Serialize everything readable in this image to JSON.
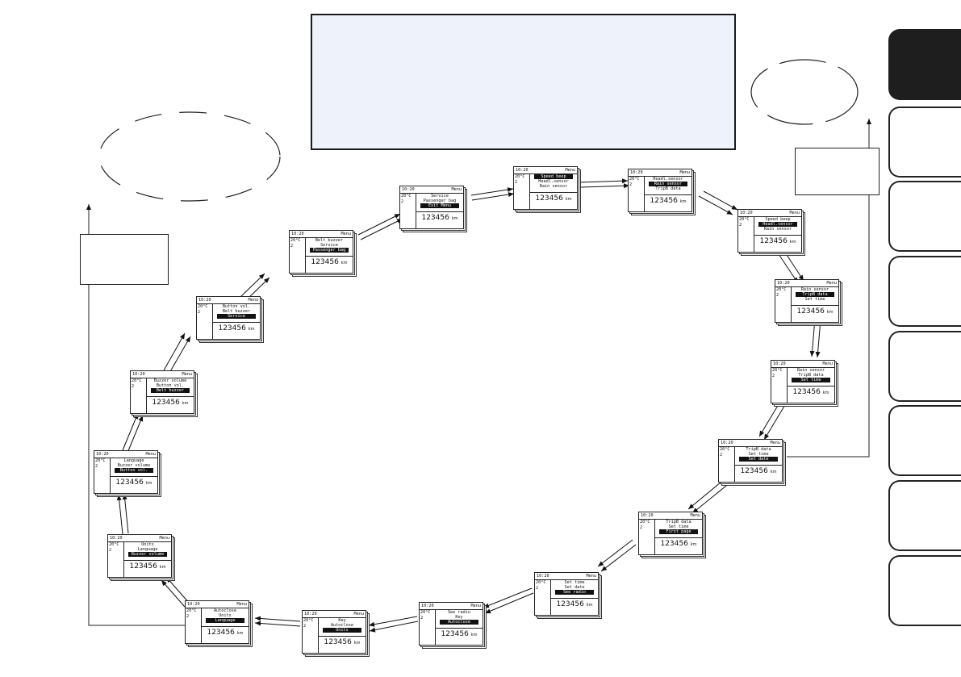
{
  "displays": [
    {
      "id": "speed-beep",
      "lines": [
        "Speed beep",
        "Headl.sensor",
        "Rain sensor"
      ],
      "hl": 0
    },
    {
      "id": "headl-sensor",
      "lines": [
        "Headl.sensor",
        "Rain sensor",
        "TripB data"
      ],
      "hl": 1
    },
    {
      "id": "speed-beep-2",
      "lines": [
        "Speed beep",
        "Headl.sensor",
        "Rain sensor"
      ],
      "hl": 1
    },
    {
      "id": "rain-sensor",
      "lines": [
        "Rain sensor",
        "TripB data",
        "Set time"
      ],
      "hl": 1
    },
    {
      "id": "tripb-data",
      "lines": [
        "Rain sensor",
        "TripB data",
        "Set time"
      ],
      "hl": 2
    },
    {
      "id": "set-time",
      "lines": [
        "TripB data",
        "Set time",
        "Set date"
      ],
      "hl": 2
    },
    {
      "id": "set-date",
      "lines": [
        "TripB data",
        "Set time",
        "First page"
      ],
      "hl": 2
    },
    {
      "id": "see-radio",
      "lines": [
        "Set time",
        "Set date",
        "See radio"
      ],
      "hl": 2
    },
    {
      "id": "autoclose",
      "lines": [
        "See radio",
        "Key",
        "Autoclose"
      ],
      "hl": 2
    },
    {
      "id": "key",
      "lines": [
        "Key",
        "Autoclose",
        "Units"
      ],
      "hl": 2
    },
    {
      "id": "units",
      "lines": [
        "Autoclose",
        "Units",
        "Language"
      ],
      "hl": 2
    },
    {
      "id": "language",
      "lines": [
        "Units",
        "Language",
        "Buzzer volume"
      ],
      "hl": 2
    },
    {
      "id": "buzzer-volume",
      "lines": [
        "Language",
        "Buzzer volume",
        "Button vol."
      ],
      "hl": 2
    },
    {
      "id": "button-vol",
      "lines": [
        "Buzzer volume",
        "Button vol.",
        "Belt buzzer"
      ],
      "hl": 2
    },
    {
      "id": "belt-buzzer",
      "lines": [
        "Button vol.",
        "Belt buzzer",
        "Service"
      ],
      "hl": 2
    },
    {
      "id": "service",
      "lines": [
        "Belt buzzer",
        "Service",
        "Passenger bag"
      ],
      "hl": 2
    },
    {
      "id": "passenger-bag",
      "lines": [
        "Service",
        "Passenger bag",
        "Exit Menu"
      ],
      "hl": 2
    }
  ],
  "display_common": {
    "clock": "10:20",
    "menu_label": "Menu",
    "temp": "20°C",
    "gear": "2",
    "odometer": "123456",
    "odometer_unit": "km"
  }
}
